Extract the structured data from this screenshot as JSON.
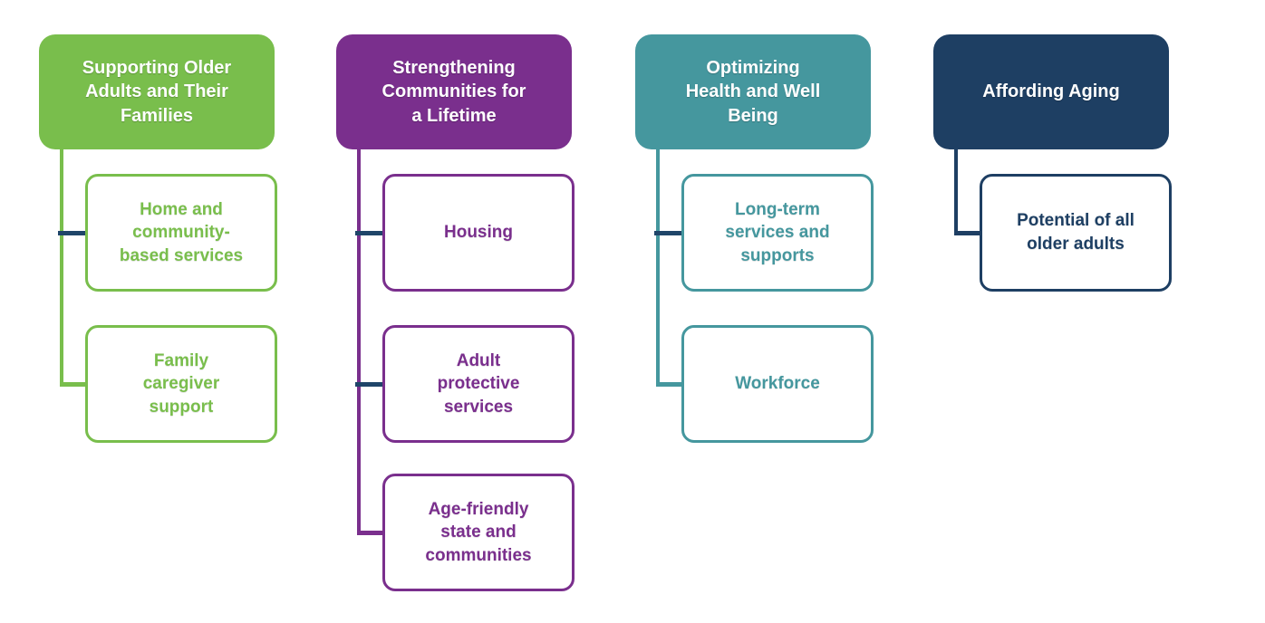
{
  "palette": {
    "green": "#79BE4C",
    "purple": "#7A2F8D",
    "teal": "#45979E",
    "navy": "#1E3F63",
    "connector_navy": "#1F4569"
  },
  "diagram": {
    "columns": [
      {
        "id": "supporting-older-adults",
        "color": "green",
        "header": [
          "Supporting Older",
          "Adults and Their",
          "Families"
        ],
        "children": [
          {
            "label": [
              "Home and",
              "community-",
              "based services"
            ]
          },
          {
            "label": [
              "Family",
              "caregiver",
              "support"
            ]
          }
        ]
      },
      {
        "id": "strengthening-communities",
        "color": "purple",
        "header": [
          "Strengthening",
          "Communities for",
          "a Lifetime"
        ],
        "children": [
          {
            "label": [
              "Housing"
            ]
          },
          {
            "label": [
              "Adult",
              "protective",
              "services"
            ]
          },
          {
            "label": [
              "Age-friendly",
              "state and",
              "communities"
            ]
          }
        ]
      },
      {
        "id": "optimizing-health-well-being",
        "color": "teal",
        "header": [
          "Optimizing",
          "Health and Well",
          "Being"
        ],
        "children": [
          {
            "label": [
              "Long-term",
              "services and",
              "supports"
            ]
          },
          {
            "label": [
              "Workforce"
            ]
          }
        ]
      },
      {
        "id": "affording-aging",
        "color": "navy",
        "header": [
          "Affording Aging"
        ],
        "children": [
          {
            "label": [
              "Potential of all",
              "older adults"
            ]
          }
        ]
      }
    ]
  }
}
